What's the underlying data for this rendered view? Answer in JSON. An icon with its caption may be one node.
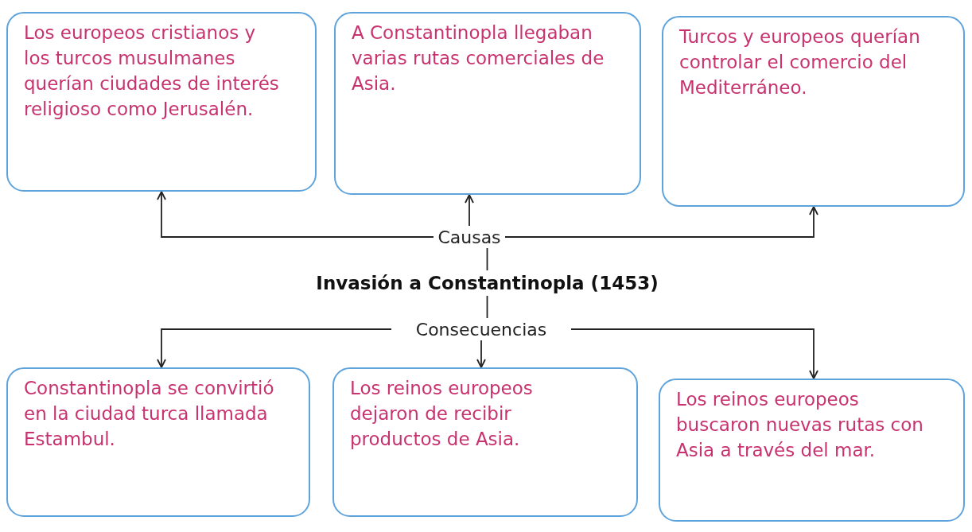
{
  "diagram": {
    "nodes": [
      {
        "text": [
          "Los europeos cristianos y los turcos musulmanes querían ciudades de interés religioso como Jerusalén."
        ]
      },
      {
        "text": [
          "A Constantinopla llegaban varias rutas comerciales de Asia."
        ]
      },
      {
        "text": [
          "Turcos y europeos querían controlar el comercio del Mediterráneo."
        ]
      },
      {
        "text": [
          "Causas"
        ]
      },
      {
        "text": [
          "Invasión a Constantinopla (1453)"
        ]
      },
      {
        "text": [
          "Consecuencias"
        ]
      },
      {
        "text": [
          "Constantinopla se convirtió en la ciudad turca llamada Estambul."
        ]
      },
      {
        "text": [
          "Los reinos europeos dejaron de recibir productos de Asia."
        ]
      },
      {
        "text": [
          "Los reinos europeos buscaron nuevas rutas con Asia a través del mar."
        ]
      }
    ],
    "edges": [
      {
        "from": 3,
        "to": 0,
        "arrow": "to"
      },
      {
        "from": 3,
        "to": 1,
        "arrow": "to"
      },
      {
        "from": 3,
        "to": 2,
        "arrow": "to"
      },
      {
        "from": 4,
        "to": 3,
        "arrow": "none"
      },
      {
        "from": 4,
        "to": 5,
        "arrow": "none"
      },
      {
        "from": 5,
        "to": 6,
        "arrow": "to"
      },
      {
        "from": 5,
        "to": 7,
        "arrow": "to"
      },
      {
        "from": 5,
        "to": 8,
        "arrow": "to"
      }
    ]
  }
}
